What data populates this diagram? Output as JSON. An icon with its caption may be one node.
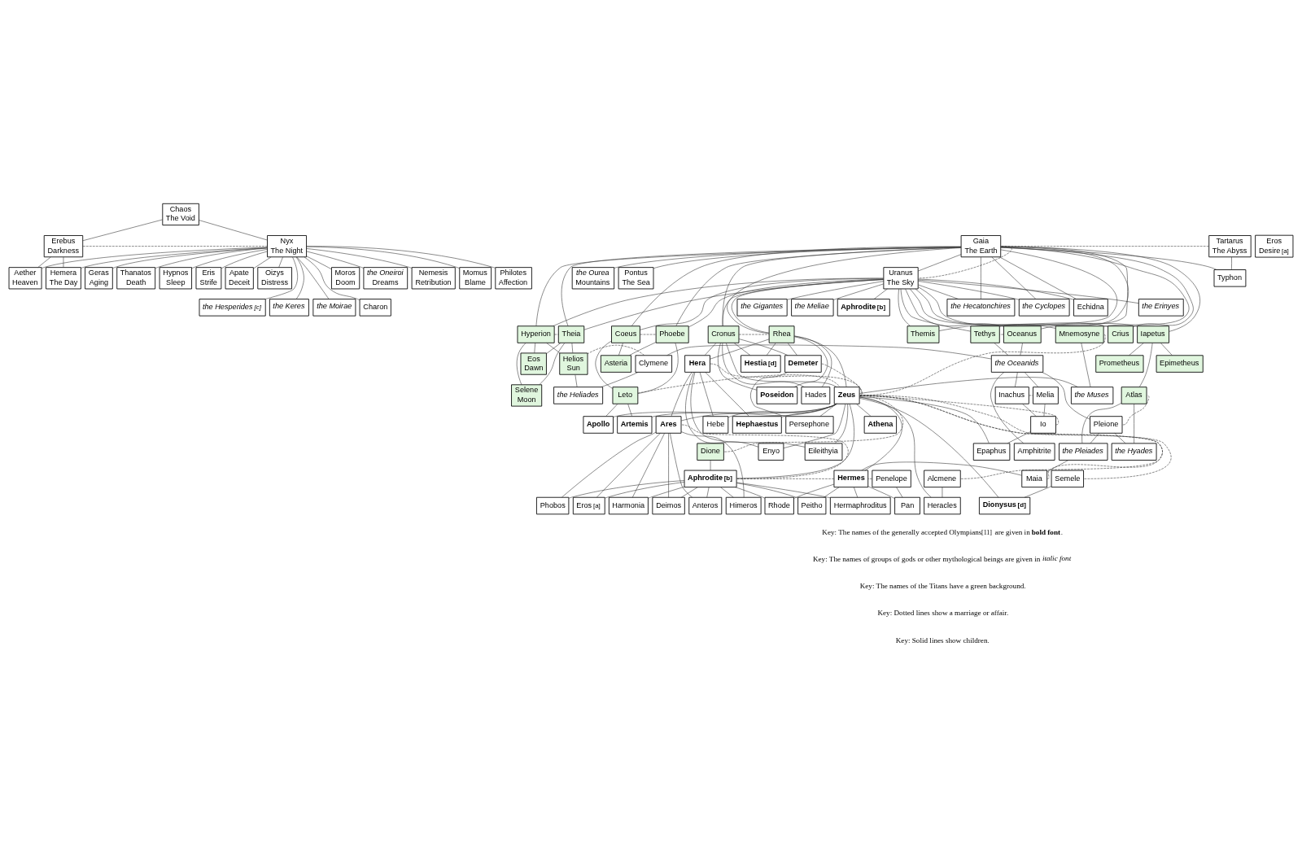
{
  "diagram": {
    "nodes": [
      {
        "text": [
          "Chaos",
          "The Void"
        ]
      },
      {
        "text": [
          "Tartarus",
          "The Abyss"
        ]
      },
      {
        "text": [
          "Gaia",
          "The Earth"
        ]
      },
      {
        "text": [
          "Eros",
          "Desire$^{[a]}$"
        ]
      },
      {
        "text": [
          "Erebus",
          "Darkness"
        ]
      },
      {
        "text": [
          "Nyx",
          "The Night"
        ]
      },
      {
        "text": [
          "Typhon"
        ]
      },
      {
        "text": [
          "Uranus",
          "The Sky"
        ]
      },
      {
        "text": [
          "the Ourea",
          "Mountains"
        ]
      },
      {
        "text": [
          "Pontus",
          "The Sea"
        ]
      },
      {
        "text": [
          "Aether",
          "Heaven"
        ]
      },
      {
        "text": [
          "Hemera",
          "The Day"
        ]
      },
      {
        "text": [
          "Moros",
          "Doom"
        ]
      },
      {
        "text": [
          "the Oneiroi",
          "Dreams"
        ]
      },
      {
        "text": [
          "Nemesis",
          "Retribution"
        ]
      },
      {
        "text": [
          "Momus",
          "Blame"
        ]
      },
      {
        "text": [
          "Philotes",
          "Affection"
        ]
      },
      {
        "text": [
          "Geras",
          "Aging"
        ]
      },
      {
        "text": [
          "Thanatos",
          "Death"
        ]
      },
      {
        "text": [
          "Hypnos",
          "Sleep"
        ]
      },
      {
        "text": [
          "Eris",
          "Strife"
        ]
      },
      {
        "text": [
          "Apate",
          "Deceit"
        ]
      },
      {
        "text": [
          "Oizys",
          "Distress"
        ]
      },
      {
        "text": [
          "the Erinyes"
        ]
      },
      {
        "text": [
          "the Gigantes"
        ]
      },
      {
        "text": [
          "the Meliae"
        ]
      },
      {
        "text": [
          "Aphrodite$^{[b]}$"
        ]
      },
      {
        "text": [
          "the Hecatonchires"
        ]
      },
      {
        "text": [
          "the Cyclopes"
        ]
      },
      {
        "text": [
          "Echidna"
        ]
      },
      {
        "text": [
          "the Hesperides$^{[c]}$"
        ]
      },
      {
        "text": [
          "the Keres"
        ]
      },
      {
        "text": [
          "the Moirae"
        ]
      },
      {
        "text": [
          "Charon"
        ]
      },
      {
        "text": [
          "Oceanus"
        ]
      },
      {
        "text": [
          "Tethys"
        ]
      },
      {
        "text": [
          "Hyperion"
        ]
      },
      {
        "text": [
          "Theia"
        ]
      },
      {
        "text": [
          "Coeus"
        ]
      },
      {
        "text": [
          "Phoebe"
        ]
      },
      {
        "text": [
          "Cronus"
        ]
      },
      {
        "text": [
          "Rhea"
        ]
      },
      {
        "text": [
          "Themis"
        ]
      },
      {
        "text": [
          "Mnemosyne"
        ]
      },
      {
        "text": [
          "Crius"
        ]
      },
      {
        "text": [
          "Iapetus"
        ]
      },
      {
        "text": [
          "the Oceanids"
        ]
      },
      {
        "text": [
          "Clymene"
        ]
      },
      {
        "text": [
          "Helios",
          "Sun"
        ]
      },
      {
        "text": [
          "Eos",
          "Dawn"
        ]
      },
      {
        "text": [
          "Asteria"
        ]
      },
      {
        "text": [
          "Demeter"
        ]
      },
      {
        "text": [
          "Hestia$^{[d]}$"
        ]
      },
      {
        "text": [
          "Hera"
        ]
      },
      {
        "text": [
          "Prometheus"
        ]
      },
      {
        "text": [
          "Epimetheus"
        ]
      },
      {
        "text": [
          "Inachus"
        ]
      },
      {
        "text": [
          "Melia"
        ]
      },
      {
        "text": [
          "the Heliades"
        ]
      },
      {
        "text": [
          "Selene",
          "Moon"
        ]
      },
      {
        "text": [
          "Leto"
        ]
      },
      {
        "text": [
          "Hades"
        ]
      },
      {
        "text": [
          "Poseidon"
        ]
      },
      {
        "text": [
          "Zeus"
        ]
      },
      {
        "text": [
          "the Muses"
        ]
      },
      {
        "text": [
          "Atlas"
        ]
      },
      {
        "text": [
          "Io"
        ]
      },
      {
        "text": [
          "Pleione"
        ]
      },
      {
        "text": [
          "Apollo"
        ]
      },
      {
        "text": [
          "Artemis"
        ]
      },
      {
        "text": [
          "Persephone"
        ]
      },
      {
        "text": [
          "Athena"
        ]
      },
      {
        "text": [
          "Hebe"
        ]
      },
      {
        "text": [
          "Hephaestus"
        ]
      },
      {
        "text": [
          "Ares"
        ]
      },
      {
        "text": [
          "Amphitrite"
        ]
      },
      {
        "text": [
          "the Hyades"
        ]
      },
      {
        "text": [
          "the Pleiades"
        ]
      },
      {
        "text": [
          "Epaphus"
        ]
      },
      {
        "text": [
          "Dione"
        ]
      },
      {
        "text": [
          "Enyo"
        ]
      },
      {
        "text": [
          "Eileithyia"
        ]
      },
      {
        "text": [
          "Penelope"
        ]
      },
      {
        "text": [
          "Maia"
        ]
      },
      {
        "text": [
          "Alcmene"
        ]
      },
      {
        "text": [
          "Semele"
        ]
      },
      {
        "text": [
          "Hermes"
        ]
      },
      {
        "text": [
          "Aphrodite$^{[b]}$"
        ]
      },
      {
        "text": [
          "Heracles"
        ]
      },
      {
        "text": [
          "Dionysus$^{[d]}$"
        ]
      },
      {
        "text": [
          "Pan"
        ]
      },
      {
        "text": [
          "Rhode"
        ]
      },
      {
        "text": [
          "Peitho"
        ]
      },
      {
        "text": [
          "Hermaphroditus"
        ]
      },
      {
        "text": [
          "Eros$^{[a]}$"
        ]
      },
      {
        "text": [
          "Harmonia"
        ]
      },
      {
        "text": [
          "Deimos"
        ]
      },
      {
        "text": [
          "Anteros"
        ]
      },
      {
        "text": [
          "Himeros"
        ]
      },
      {
        "text": [
          "Phobos"
        ]
      }
    ],
    "edges": [
      {
        "from": 0,
        "to": 4,
        "arrow": "none"
      },
      {
        "from": 0,
        "to": 5,
        "arrow": "none"
      },
      {
        "from": 1,
        "to": 2,
        "arrow": "none",
        "style": "dashed"
      },
      {
        "from": 1,
        "to": 6,
        "arrow": "none"
      },
      {
        "from": 2,
        "to": 6,
        "arrow": "none"
      },
      {
        "from": 2,
        "to": 7,
        "arrow": "none"
      },
      {
        "from": 2,
        "to": 8,
        "arrow": "none"
      },
      {
        "from": 2,
        "to": 9,
        "arrow": "none"
      },
      {
        "from": 2,
        "to": 7,
        "arrow": "none",
        "style": "dashed"
      },
      {
        "from": 2,
        "to": 27,
        "arrow": "none"
      },
      {
        "from": 7,
        "to": 27,
        "arrow": "none"
      },
      {
        "from": 2,
        "to": 28,
        "arrow": "none"
      },
      {
        "from": 7,
        "to": 28,
        "arrow": "none"
      },
      {
        "from": 2,
        "to": 29,
        "arrow": "none"
      },
      {
        "from": 7,
        "to": 29,
        "arrow": "none"
      },
      {
        "from": 2,
        "to": 34,
        "arrow": "none"
      },
      {
        "from": 7,
        "to": 34,
        "arrow": "none"
      },
      {
        "from": 2,
        "to": 35,
        "arrow": "none"
      },
      {
        "from": 7,
        "to": 35,
        "arrow": "none"
      },
      {
        "from": 2,
        "to": 36,
        "arrow": "none"
      },
      {
        "from": 7,
        "to": 36,
        "arrow": "none"
      },
      {
        "from": 2,
        "to": 37,
        "arrow": "none"
      },
      {
        "from": 7,
        "to": 37,
        "arrow": "none"
      },
      {
        "from": 2,
        "to": 38,
        "arrow": "none"
      },
      {
        "from": 7,
        "to": 38,
        "arrow": "none"
      },
      {
        "from": 2,
        "to": 39,
        "arrow": "none"
      },
      {
        "from": 7,
        "to": 39,
        "arrow": "none"
      },
      {
        "from": 2,
        "to": 40,
        "arrow": "none"
      },
      {
        "from": 7,
        "to": 40,
        "arrow": "none"
      },
      {
        "from": 2,
        "to": 41,
        "arrow": "none"
      },
      {
        "from": 7,
        "to": 41,
        "arrow": "none"
      },
      {
        "from": 2,
        "to": 42,
        "arrow": "none"
      },
      {
        "from": 7,
        "to": 42,
        "arrow": "none"
      },
      {
        "from": 2,
        "to": 43,
        "arrow": "none"
      },
      {
        "from": 7,
        "to": 43,
        "arrow": "none"
      },
      {
        "from": 2,
        "to": 44,
        "arrow": "none"
      },
      {
        "from": 7,
        "to": 44,
        "arrow": "none"
      },
      {
        "from": 2,
        "to": 45,
        "arrow": "none"
      },
      {
        "from": 7,
        "to": 45,
        "arrow": "none"
      },
      {
        "from": 7,
        "to": 23,
        "arrow": "none"
      },
      {
        "from": 7,
        "to": 24,
        "arrow": "none"
      },
      {
        "from": 7,
        "to": 25,
        "arrow": "none"
      },
      {
        "from": 7,
        "to": 26,
        "arrow": "none"
      },
      {
        "from": 4,
        "to": 5,
        "arrow": "none",
        "style": "dashed"
      },
      {
        "from": 4,
        "to": 10,
        "arrow": "none"
      },
      {
        "from": 5,
        "to": 10,
        "arrow": "none"
      },
      {
        "from": 4,
        "to": 11,
        "arrow": "none"
      },
      {
        "from": 5,
        "to": 11,
        "arrow": "none"
      },
      {
        "from": 5,
        "to": 12,
        "arrow": "none"
      },
      {
        "from": 5,
        "to": 13,
        "arrow": "none"
      },
      {
        "from": 5,
        "to": 14,
        "arrow": "none"
      },
      {
        "from": 5,
        "to": 15,
        "arrow": "none"
      },
      {
        "from": 5,
        "to": 16,
        "arrow": "none"
      },
      {
        "from": 5,
        "to": 17,
        "arrow": "none"
      },
      {
        "from": 5,
        "to": 18,
        "arrow": "none"
      },
      {
        "from": 5,
        "to": 19,
        "arrow": "none"
      },
      {
        "from": 5,
        "to": 20,
        "arrow": "none"
      },
      {
        "from": 5,
        "to": 21,
        "arrow": "none"
      },
      {
        "from": 5,
        "to": 22,
        "arrow": "none"
      },
      {
        "from": 5,
        "to": 30,
        "arrow": "none"
      },
      {
        "from": 5,
        "to": 31,
        "arrow": "none"
      },
      {
        "from": 5,
        "to": 32,
        "arrow": "none"
      },
      {
        "from": 5,
        "to": 33,
        "arrow": "none"
      },
      {
        "from": 34,
        "to": 35,
        "arrow": "none",
        "style": "dashed"
      },
      {
        "from": 34,
        "to": 46,
        "arrow": "none"
      },
      {
        "from": 35,
        "to": 46,
        "arrow": "none"
      },
      {
        "from": 46,
        "to": 56,
        "arrow": "none"
      },
      {
        "from": 46,
        "to": 57,
        "arrow": "none"
      },
      {
        "from": 46,
        "to": 47,
        "arrow": "none"
      },
      {
        "from": 46,
        "to": 67,
        "arrow": "none"
      },
      {
        "from": 46,
        "to": 75,
        "arrow": "none"
      },
      {
        "from": 36,
        "to": 37,
        "arrow": "none",
        "style": "dashed"
      },
      {
        "from": 36,
        "to": 48,
        "arrow": "none"
      },
      {
        "from": 37,
        "to": 48,
        "arrow": "none"
      },
      {
        "from": 36,
        "to": 49,
        "arrow": "none"
      },
      {
        "from": 37,
        "to": 49,
        "arrow": "none"
      },
      {
        "from": 36,
        "to": 59,
        "arrow": "none"
      },
      {
        "from": 37,
        "to": 59,
        "arrow": "none"
      },
      {
        "from": 47,
        "to": 48,
        "arrow": "none",
        "style": "dashed"
      },
      {
        "from": 47,
        "to": 58,
        "arrow": "none"
      },
      {
        "from": 48,
        "to": 58,
        "arrow": "none"
      },
      {
        "from": 38,
        "to": 39,
        "arrow": "none",
        "style": "dashed"
      },
      {
        "from": 38,
        "to": 60,
        "arrow": "none"
      },
      {
        "from": 39,
        "to": 60,
        "arrow": "none"
      },
      {
        "from": 38,
        "to": 50,
        "arrow": "none"
      },
      {
        "from": 39,
        "to": 50,
        "arrow": "none"
      },
      {
        "from": 40,
        "to": 41,
        "arrow": "none",
        "style": "dashed"
      },
      {
        "from": 40,
        "to": 61,
        "arrow": "none"
      },
      {
        "from": 41,
        "to": 61,
        "arrow": "none"
      },
      {
        "from": 40,
        "to": 51,
        "arrow": "none"
      },
      {
        "from": 41,
        "to": 51,
        "arrow": "none"
      },
      {
        "from": 40,
        "to": 62,
        "arrow": "none"
      },
      {
        "from": 41,
        "to": 62,
        "arrow": "none"
      },
      {
        "from": 40,
        "to": 52,
        "arrow": "none"
      },
      {
        "from": 41,
        "to": 52,
        "arrow": "none"
      },
      {
        "from": 40,
        "to": 63,
        "arrow": "none"
      },
      {
        "from": 41,
        "to": 63,
        "arrow": "none"
      },
      {
        "from": 40,
        "to": 53,
        "arrow": "none"
      },
      {
        "from": 41,
        "to": 53,
        "arrow": "none"
      },
      {
        "from": 45,
        "to": 54,
        "arrow": "none"
      },
      {
        "from": 45,
        "to": 55,
        "arrow": "none"
      },
      {
        "from": 45,
        "to": 65,
        "arrow": "none"
      },
      {
        "from": 56,
        "to": 57,
        "arrow": "none",
        "style": "dashed"
      },
      {
        "from": 56,
        "to": 66,
        "arrow": "none"
      },
      {
        "from": 57,
        "to": 66,
        "arrow": "none"
      },
      {
        "from": 60,
        "to": 63,
        "arrow": "none",
        "style": "dashed"
      },
      {
        "from": 60,
        "to": 68,
        "arrow": "none"
      },
      {
        "from": 63,
        "to": 68,
        "arrow": "none"
      },
      {
        "from": 60,
        "to": 69,
        "arrow": "none"
      },
      {
        "from": 63,
        "to": 69,
        "arrow": "none"
      },
      {
        "from": 51,
        "to": 63,
        "arrow": "none",
        "style": "dashed"
      },
      {
        "from": 51,
        "to": 70,
        "arrow": "none"
      },
      {
        "from": 63,
        "to": 70,
        "arrow": "none"
      },
      {
        "from": 63,
        "to": 71,
        "arrow": "none"
      },
      {
        "from": 53,
        "to": 63,
        "arrow": "none",
        "style": "dashed"
      },
      {
        "from": 53,
        "to": 72,
        "arrow": "none"
      },
      {
        "from": 63,
        "to": 72,
        "arrow": "none"
      },
      {
        "from": 53,
        "to": 80,
        "arrow": "none"
      },
      {
        "from": 63,
        "to": 80,
        "arrow": "none"
      },
      {
        "from": 53,
        "to": 73,
        "arrow": "none"
      },
      {
        "from": 63,
        "to": 73,
        "arrow": "none"
      },
      {
        "from": 53,
        "to": 81,
        "arrow": "none"
      },
      {
        "from": 63,
        "to": 81,
        "arrow": "none"
      },
      {
        "from": 53,
        "to": 74,
        "arrow": "none"
      },
      {
        "from": 63,
        "to": 74,
        "arrow": "none"
      },
      {
        "from": 43,
        "to": 63,
        "arrow": "none",
        "style": "dashed"
      },
      {
        "from": 43,
        "to": 64,
        "arrow": "none"
      },
      {
        "from": 63,
        "to": 64,
        "arrow": "none"
      },
      {
        "from": 67,
        "to": 65,
        "arrow": "none",
        "style": "dashed"
      },
      {
        "from": 67,
        "to": 76,
        "arrow": "none"
      },
      {
        "from": 65,
        "to": 76,
        "arrow": "none"
      },
      {
        "from": 67,
        "to": 77,
        "arrow": "none"
      },
      {
        "from": 65,
        "to": 77,
        "arrow": "none"
      },
      {
        "from": 77,
        "to": 83,
        "arrow": "none"
      },
      {
        "from": 66,
        "to": 63,
        "arrow": "none",
        "style": "dashed"
      },
      {
        "from": 66,
        "to": 78,
        "arrow": "none"
      },
      {
        "from": 63,
        "to": 78,
        "arrow": "none"
      },
      {
        "from": 84,
        "to": 63,
        "arrow": "none",
        "style": "dashed"
      },
      {
        "from": 84,
        "to": 88,
        "arrow": "none"
      },
      {
        "from": 63,
        "to": 88,
        "arrow": "none"
      },
      {
        "from": 85,
        "to": 63,
        "arrow": "none",
        "style": "dashed"
      },
      {
        "from": 85,
        "to": 89,
        "arrow": "none"
      },
      {
        "from": 63,
        "to": 89,
        "arrow": "none"
      },
      {
        "from": 83,
        "to": 63,
        "arrow": "none",
        "style": "dashed"
      },
      {
        "from": 83,
        "to": 86,
        "arrow": "none"
      },
      {
        "from": 63,
        "to": 86,
        "arrow": "none"
      },
      {
        "from": 79,
        "to": 63,
        "arrow": "none",
        "style": "dashed"
      },
      {
        "from": 79,
        "to": 87,
        "arrow": "none"
      },
      {
        "from": 63,
        "to": 87,
        "arrow": "none"
      },
      {
        "from": 82,
        "to": 86,
        "arrow": "none",
        "style": "dashed"
      },
      {
        "from": 82,
        "to": 90,
        "arrow": "none"
      },
      {
        "from": 86,
        "to": 90,
        "arrow": "none"
      },
      {
        "from": 86,
        "to": 87,
        "arrow": "none",
        "style": "dashed"
      },
      {
        "from": 86,
        "to": 91,
        "arrow": "none"
      },
      {
        "from": 87,
        "to": 91,
        "arrow": "none"
      },
      {
        "from": 86,
        "to": 92,
        "arrow": "none"
      },
      {
        "from": 87,
        "to": 92,
        "arrow": "none"
      },
      {
        "from": 86,
        "to": 93,
        "arrow": "none"
      },
      {
        "from": 87,
        "to": 93,
        "arrow": "none"
      },
      {
        "from": 87,
        "to": 74,
        "arrow": "none",
        "style": "dashed"
      },
      {
        "from": 87,
        "to": 94,
        "arrow": "none"
      },
      {
        "from": 74,
        "to": 94,
        "arrow": "none"
      },
      {
        "from": 87,
        "to": 95,
        "arrow": "none"
      },
      {
        "from": 74,
        "to": 95,
        "arrow": "none"
      },
      {
        "from": 87,
        "to": 96,
        "arrow": "none"
      },
      {
        "from": 74,
        "to": 96,
        "arrow": "none"
      },
      {
        "from": 87,
        "to": 97,
        "arrow": "none"
      },
      {
        "from": 74,
        "to": 97,
        "arrow": "none"
      },
      {
        "from": 87,
        "to": 98,
        "arrow": "none"
      },
      {
        "from": 74,
        "to": 98,
        "arrow": "none"
      },
      {
        "from": 87,
        "to": 99,
        "arrow": "none"
      },
      {
        "from": 74,
        "to": 99,
        "arrow": "none"
      }
    ],
    "labels": [
      "Key: The names of the generally accepted Olympians$^{[11]}$ are given in **bold font**.",
      "Key: The names of groups of gods or other mythological beings are given in *italic font*",
      "Key: The names of the Titans have a green background.",
      "Key: Dotted lines show a marriage or affair.",
      "Key: Solid lines show children."
    ]
  }
}
